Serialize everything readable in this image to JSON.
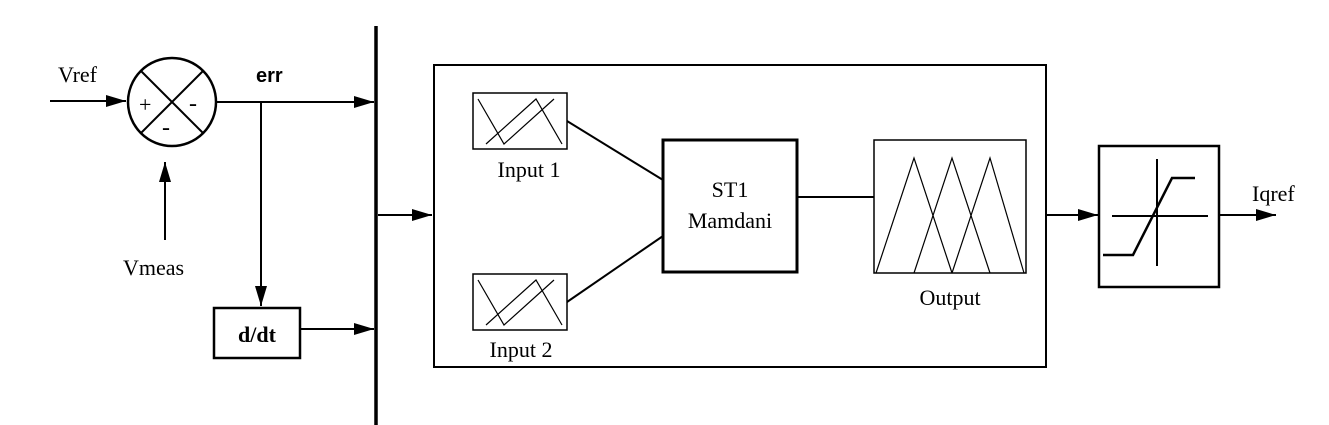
{
  "signals": {
    "vref": "Vref",
    "vmeas": "Vmeas",
    "err": "err",
    "iqref": "Iqref"
  },
  "summing_junction": {
    "sign_left": "+",
    "sign_right": "-",
    "sign_bottom": "-"
  },
  "derivative_block": {
    "label": "d/dt"
  },
  "fuzzy_controller": {
    "input1_label": "Input 1",
    "input2_label": "Input 2",
    "inference_line1": "ST1",
    "inference_line2": "Mamdani",
    "output_label": "Output"
  }
}
